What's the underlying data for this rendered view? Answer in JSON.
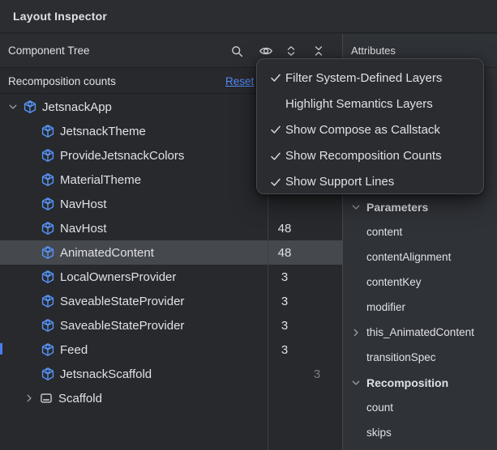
{
  "window": {
    "title": "Layout Inspector"
  },
  "component_tree": {
    "header": "Component Tree",
    "toolbar": [
      {
        "name": "search-icon"
      },
      {
        "name": "view-options-eye-icon"
      },
      {
        "name": "expand-all-icon"
      },
      {
        "name": "collapse-all-icon"
      }
    ],
    "recomposition_row": {
      "label": "Recomposition counts",
      "reset_label": "Reset"
    },
    "items": [
      {
        "label": "JetsnackApp",
        "indent": 0,
        "expander": "down",
        "icon": "compose",
        "count": "",
        "skips": "",
        "selected": false
      },
      {
        "label": "JetsnackTheme",
        "indent": 1,
        "expander": null,
        "icon": "compose",
        "count": "",
        "skips": "",
        "selected": false
      },
      {
        "label": "ProvideJetsnackColors",
        "indent": 1,
        "expander": null,
        "icon": "compose",
        "count": "",
        "skips": "",
        "selected": false
      },
      {
        "label": "MaterialTheme",
        "indent": 1,
        "expander": null,
        "icon": "compose",
        "count": "",
        "skips": "",
        "selected": false
      },
      {
        "label": "NavHost",
        "indent": 1,
        "expander": null,
        "icon": "compose",
        "count": "",
        "skips": "",
        "selected": false
      },
      {
        "label": "NavHost",
        "indent": 1,
        "expander": null,
        "icon": "compose",
        "count": "48",
        "skips": "",
        "selected": false
      },
      {
        "label": "AnimatedContent",
        "indent": 1,
        "expander": null,
        "icon": "compose",
        "count": "48",
        "skips": "",
        "selected": true
      },
      {
        "label": "LocalOwnersProvider",
        "indent": 1,
        "expander": null,
        "icon": "compose",
        "count": "3",
        "skips": "",
        "selected": false
      },
      {
        "label": "SaveableStateProvider",
        "indent": 1,
        "expander": null,
        "icon": "compose",
        "count": "3",
        "skips": "",
        "selected": false
      },
      {
        "label": "SaveableStateProvider",
        "indent": 1,
        "expander": null,
        "icon": "compose",
        "count": "3",
        "skips": "",
        "selected": false
      },
      {
        "label": "Feed",
        "indent": 1,
        "expander": null,
        "icon": "compose",
        "count": "3",
        "skips": "",
        "selected": false
      },
      {
        "label": "JetsnackScaffold",
        "indent": 1,
        "expander": null,
        "icon": "compose",
        "count": "",
        "skips": "3",
        "selected": false
      },
      {
        "label": "Scaffold",
        "indent": 1,
        "expander": "right",
        "icon": "scaffold",
        "count": "",
        "skips": "",
        "selected": false
      }
    ]
  },
  "attributes_panel": {
    "header": "Attributes",
    "sections": [
      {
        "title": "Parameters",
        "expanded": true,
        "items": [
          {
            "label": "content",
            "expandable": false
          },
          {
            "label": "contentAlignment",
            "expandable": false
          },
          {
            "label": "contentKey",
            "expandable": false
          },
          {
            "label": "modifier",
            "expandable": false
          },
          {
            "label": "this_AnimatedContent",
            "expandable": true
          },
          {
            "label": "transitionSpec",
            "expandable": false
          }
        ]
      },
      {
        "title": "Recomposition",
        "expanded": true,
        "items": [
          {
            "label": "count",
            "expandable": false
          },
          {
            "label": "skips",
            "expandable": false
          }
        ]
      }
    ]
  },
  "view_options_menu": {
    "items": [
      {
        "label": "Filter System-Defined Layers",
        "checked": true
      },
      {
        "label": "Highlight Semantics Layers",
        "checked": false
      },
      {
        "label": "Show Compose as Callstack",
        "checked": true
      },
      {
        "label": "Show Recomposition Counts",
        "checked": true
      },
      {
        "label": "Show Support Lines",
        "checked": true
      }
    ]
  },
  "colors": {
    "accent_link_blue": "#548af7",
    "compose_icon_blue": "#5693f5",
    "selection_gray": "#45484d",
    "panel_left_bg": "#28292d",
    "panel_right_bg": "#2f3237",
    "header_bg": "#2b2d31",
    "menu_bg": "#2a2c30",
    "text": "#dfe1e5",
    "dim_text": "#7a7e85"
  }
}
